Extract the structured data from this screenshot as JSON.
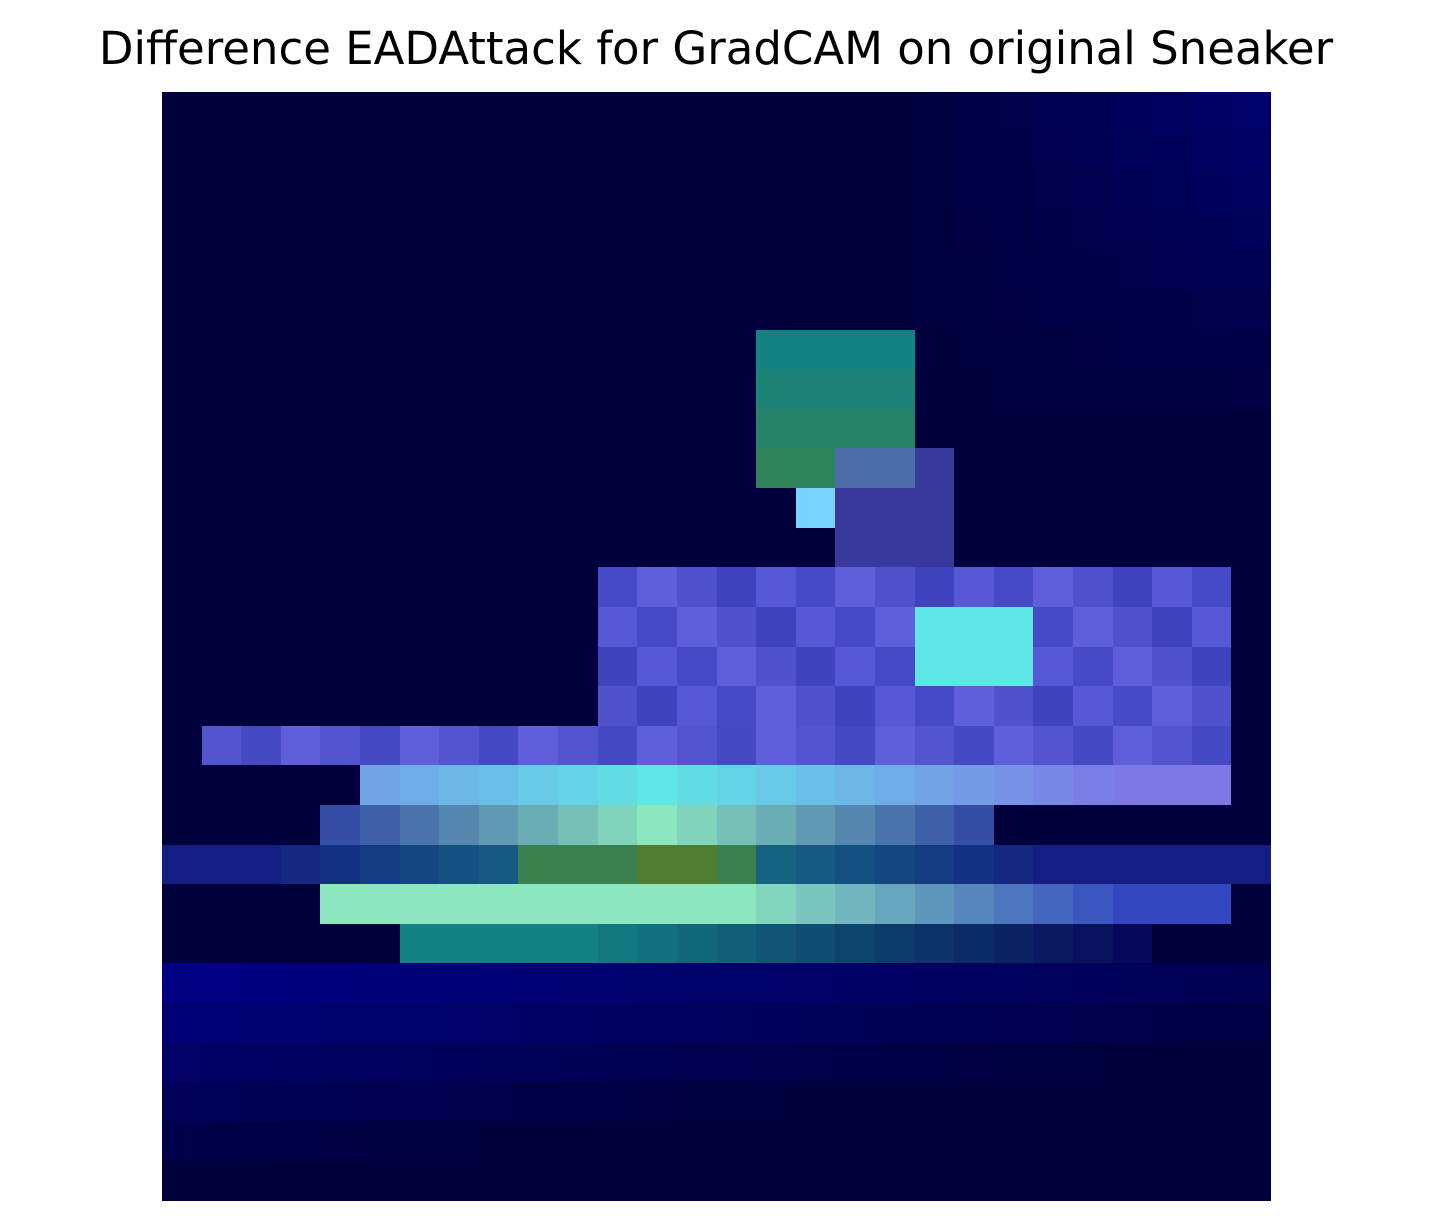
{
  "figure": {
    "title": "Difference EADAttack for GradCAM on original Sneaker"
  },
  "image": {
    "description_colormap": "dark navy background with blue/cyan/green heatmap overlay of a sneaker",
    "grid_size": 28
  },
  "colors": {
    "background": "#00003a",
    "deep_navy": "#00004f",
    "blue": "#1a237e",
    "violet": "#5c5ce0",
    "cyan": "#5fe6e6",
    "teal_green": "#2e8b57",
    "olive_green": "#4b7f2e"
  }
}
